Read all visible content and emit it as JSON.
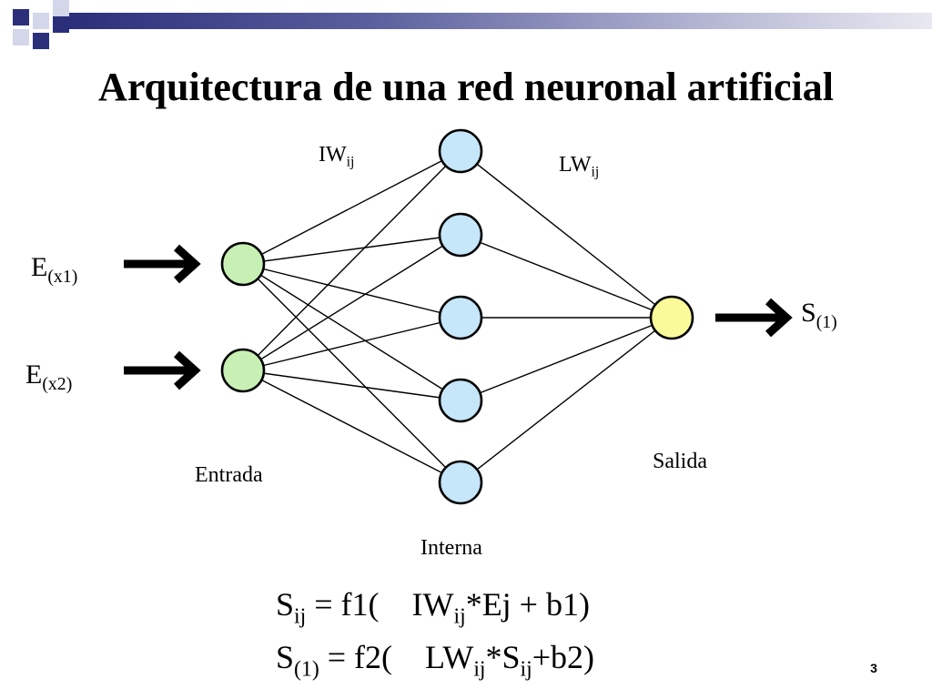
{
  "title": "Arquitectura de una red neuronal artificial",
  "weights": {
    "input_to_hidden": {
      "base": "IW",
      "sub": "ij"
    },
    "hidden_to_output": {
      "base": "LW",
      "sub": "ij"
    }
  },
  "inputs": [
    {
      "base": "E",
      "sub": "(x1)"
    },
    {
      "base": "E",
      "sub": "(x2)"
    }
  ],
  "output": {
    "base": "S",
    "sub": "(1)"
  },
  "layer_labels": {
    "input": "Entrada",
    "hidden": "Interna",
    "output": "Salida"
  },
  "formulas": [
    [
      {
        "t": "S"
      },
      {
        "t": "ij",
        "sub": true
      },
      {
        "t": " = f1(    IW"
      },
      {
        "t": "ij",
        "sub": true
      },
      {
        "t": "*Ej + b1)"
      }
    ],
    [
      {
        "t": "S"
      },
      {
        "t": "(1)",
        "sub": true
      },
      {
        "t": " = f2(    LW"
      },
      {
        "t": "ij",
        "sub": true
      },
      {
        "t": "*S"
      },
      {
        "t": "ij",
        "sub": true
      },
      {
        "t": "+b2)"
      }
    ]
  ],
  "page_number": "3",
  "colors": {
    "input_node": "#c8f0b4",
    "hidden_node": "#c6e6fa",
    "output_node": "#fafa9a",
    "title_bar": "#2b2f7a"
  },
  "network": {
    "input_nodes": 2,
    "hidden_nodes": 5,
    "output_nodes": 1
  }
}
